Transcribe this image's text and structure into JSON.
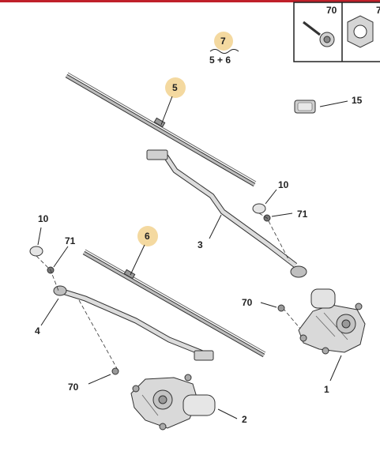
{
  "callouts": {
    "c1": "1",
    "c2": "2",
    "c3": "3",
    "c4": "4",
    "c5": "5",
    "c6": "6",
    "c7": "7",
    "c7_sub": "5 + 6",
    "c10a": "10",
    "c10b": "10",
    "c15": "15",
    "c70_box": "70",
    "c70_box_cut": "7",
    "c70a": "70",
    "c70b": "70",
    "c71a": "71",
    "c71b": "71"
  },
  "colors": {
    "highlight": "#f4d9a0",
    "top_bar": "#c0202a",
    "part_fill": "#d9d9d9",
    "ink": "#222222"
  }
}
